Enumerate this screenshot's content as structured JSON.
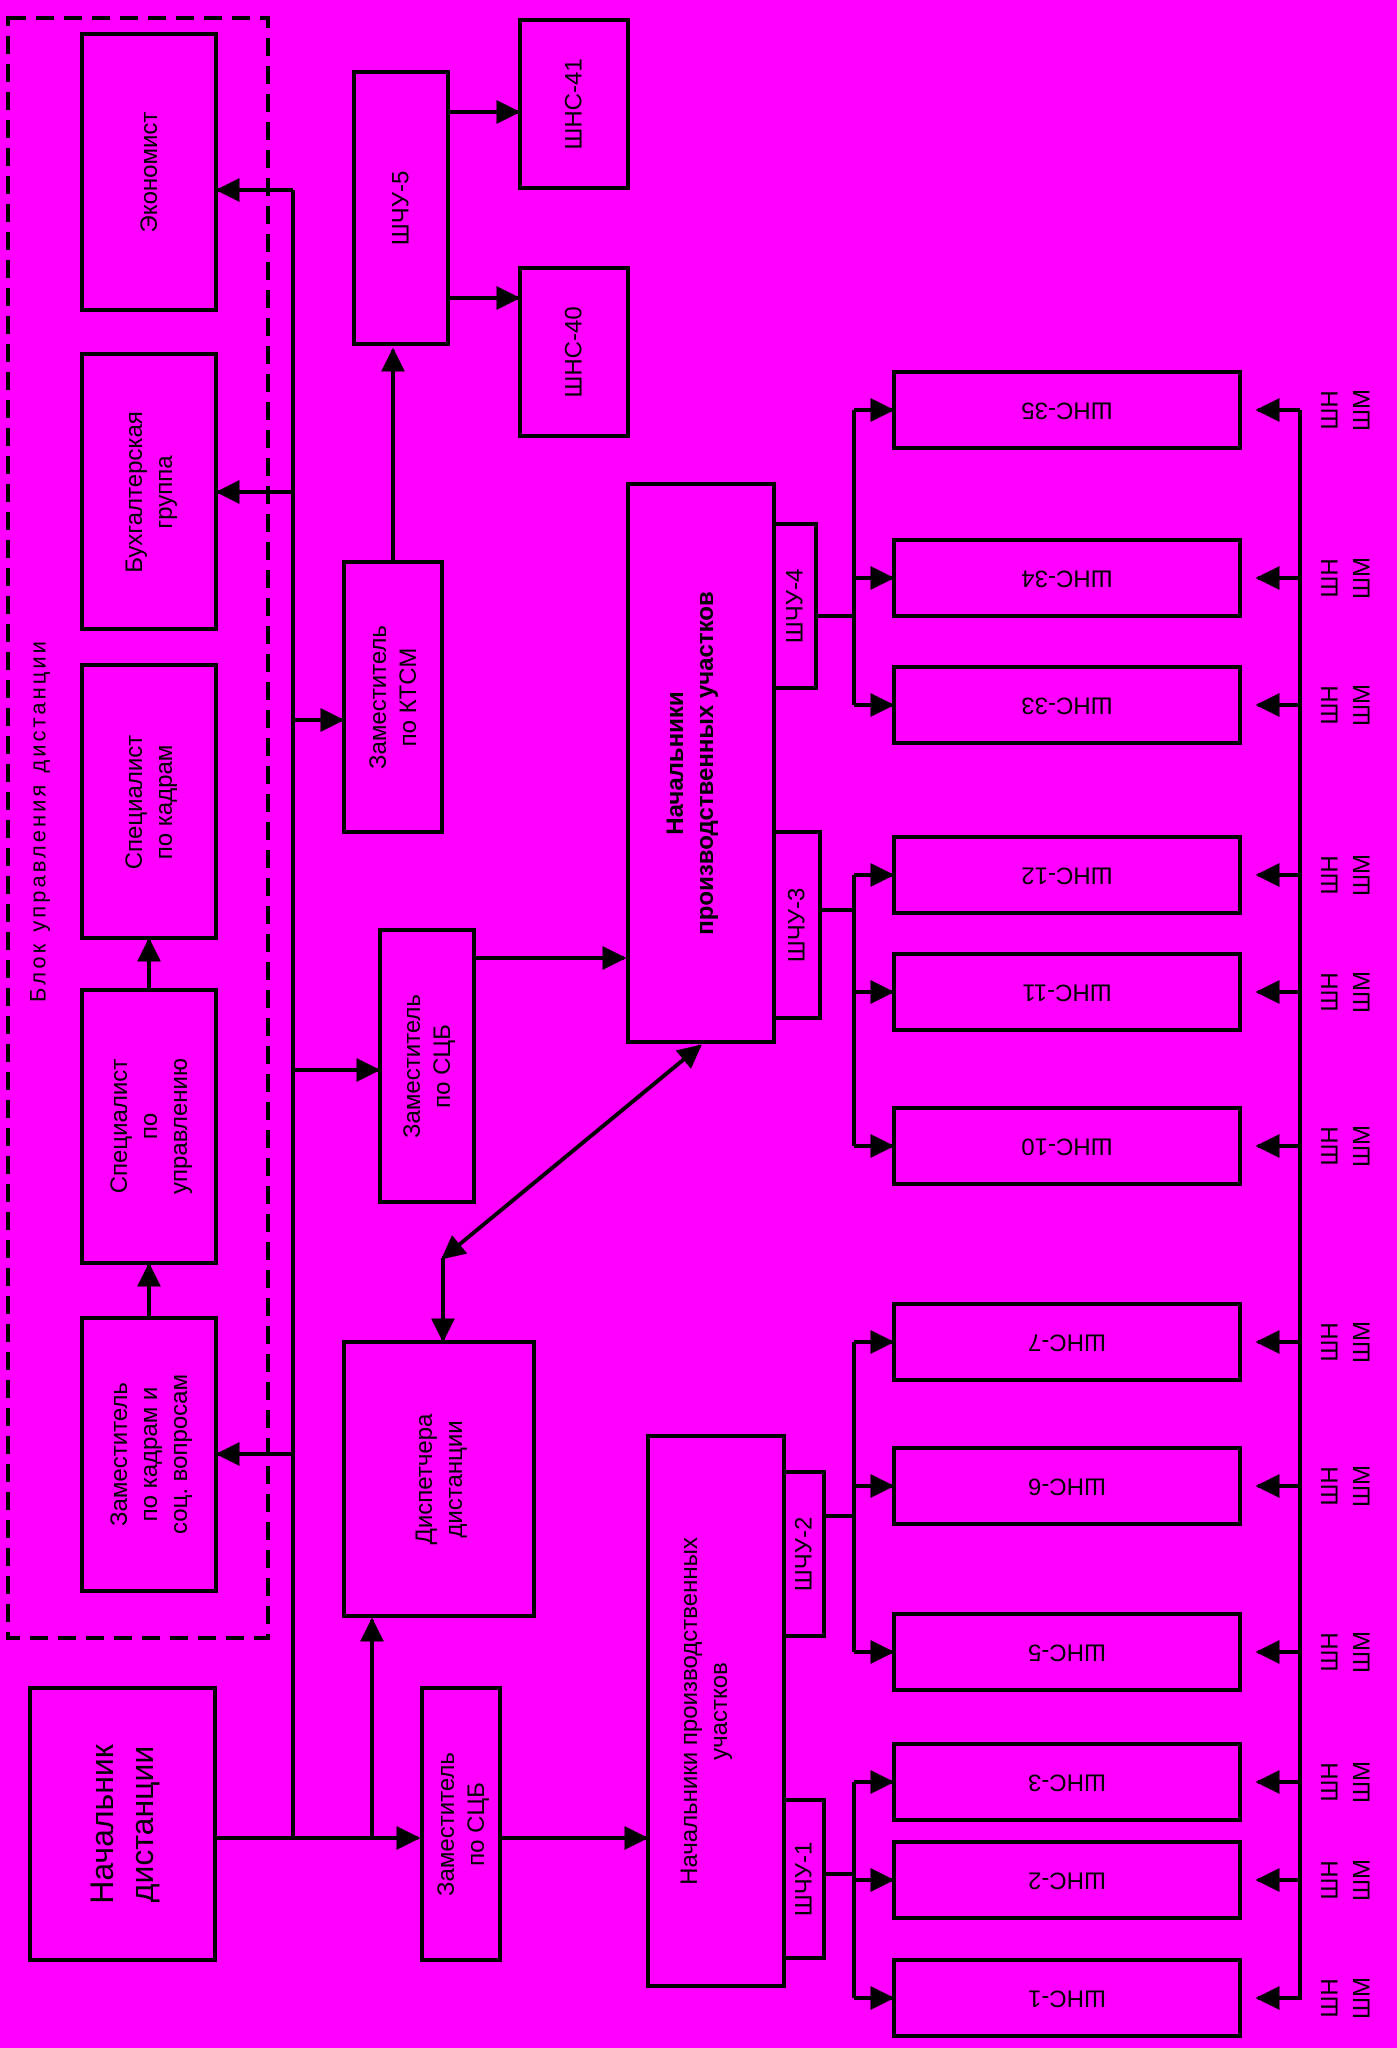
{
  "group_label": "Блок   управления   дистанции",
  "units": {
    "chief": [
      "Начальник",
      "дистанции"
    ],
    "economist": [
      "Экономист"
    ],
    "accounting": [
      "Бухгалтерская",
      "группа"
    ],
    "hr_specialist": [
      "Специалист",
      "по кадрам"
    ],
    "mgmt_specialist": [
      "Специалист",
      "по",
      "управлению"
    ],
    "deputy_hr": [
      "Заместитель",
      "по кадрам и",
      "соц. вопросам"
    ],
    "dispatchers": [
      "Диспетчера",
      "дистанции"
    ],
    "deputy_ktsm": [
      "Заместитель",
      "по КТСМ"
    ],
    "deputy_scb_top": [
      "Заместитель",
      "по СЦБ"
    ],
    "deputy_scb_bottom": [
      "Заместитель",
      "по СЦБ"
    ],
    "chiefs_top": [
      "Начальники",
      "производственных участков"
    ],
    "chiefs_bottom": [
      "Начальники производственных",
      "участков"
    ],
    "shchu1": "ШЧУ-1",
    "shchu2": "ШЧУ-2",
    "shchu3": "ШЧУ-3",
    "shchu4": "ШЧУ-4",
    "shchu5": "ШЧУ-5",
    "shns40": "ШНС-40",
    "shns41": "ШНС-41"
  },
  "stations": [
    "ШНС-35",
    "ШНС-34",
    "ШНС-33",
    "ШНС-12",
    "ШНС-11",
    "ШНС-10",
    "ШНС-7",
    "ШНС-6",
    "ШНС-5",
    "ШНС-3",
    "ШНС-2",
    "ШНС-1"
  ],
  "worker_labels": {
    "top": "ШН",
    "bottom": "ШМ"
  }
}
